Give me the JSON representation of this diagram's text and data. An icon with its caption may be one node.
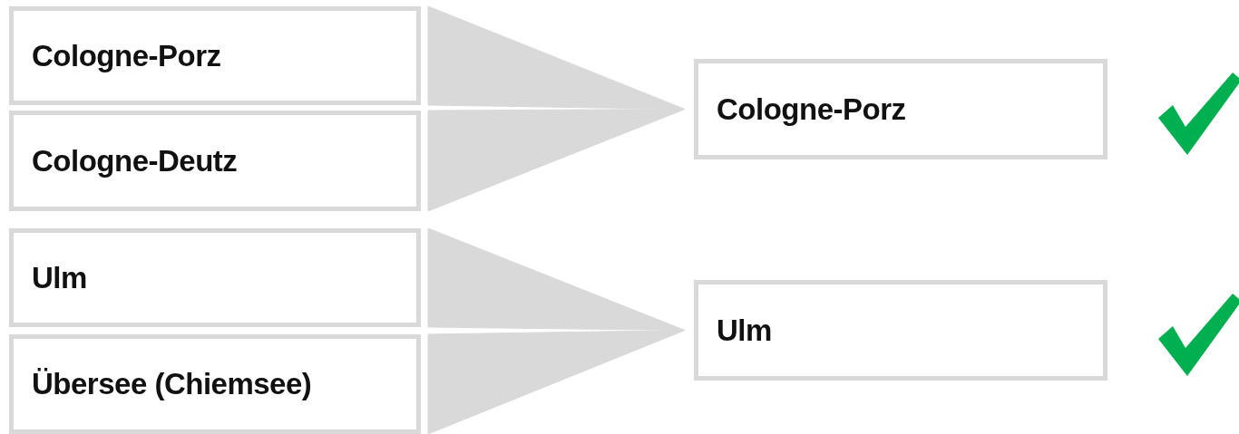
{
  "diagram": {
    "nodes": [
      {
        "text": [
          "Cologne-Porz"
        ]
      },
      {
        "text": [
          "Cologne-Deutz"
        ]
      },
      {
        "text": [
          "Ulm"
        ]
      },
      {
        "text": [
          "Übersee (Chiemsee)"
        ]
      },
      {
        "text": [
          "Cologne-Porz"
        ]
      },
      {
        "text": [
          "Ulm"
        ]
      }
    ],
    "edges": [
      {
        "from": 0,
        "to": 4,
        "arrow": "to"
      },
      {
        "from": 1,
        "to": 4,
        "arrow": "to"
      },
      {
        "from": 2,
        "to": 5,
        "arrow": "to"
      },
      {
        "from": 3,
        "to": 5,
        "arrow": "to"
      }
    ]
  }
}
